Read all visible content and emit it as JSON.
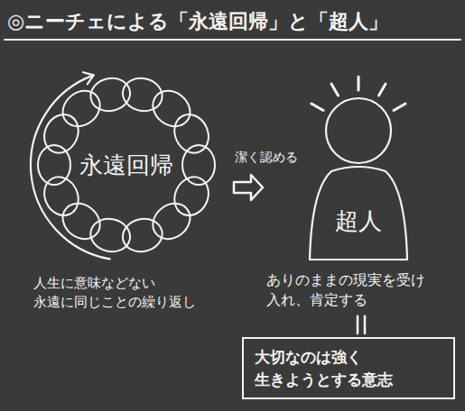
{
  "diagram": {
    "title": "◎ニーチェによる「永遠回帰」と「超人」",
    "nodes": [
      {
        "text": [
          "永遠回帰",
          "人生に意味などない 永遠に同じことの繰り返し"
        ]
      },
      {
        "text": [
          "超人",
          "ありのままの現実を受け 入れ、肯定する"
        ]
      },
      {
        "text": [
          "大切なのは強く 生きようとする意志"
        ]
      }
    ],
    "edges": [
      {
        "from": 0,
        "to": 1,
        "arrow": "to",
        "label": "潔く認める"
      },
      {
        "from": 1,
        "to": 2,
        "arrow": "none"
      }
    ]
  }
}
